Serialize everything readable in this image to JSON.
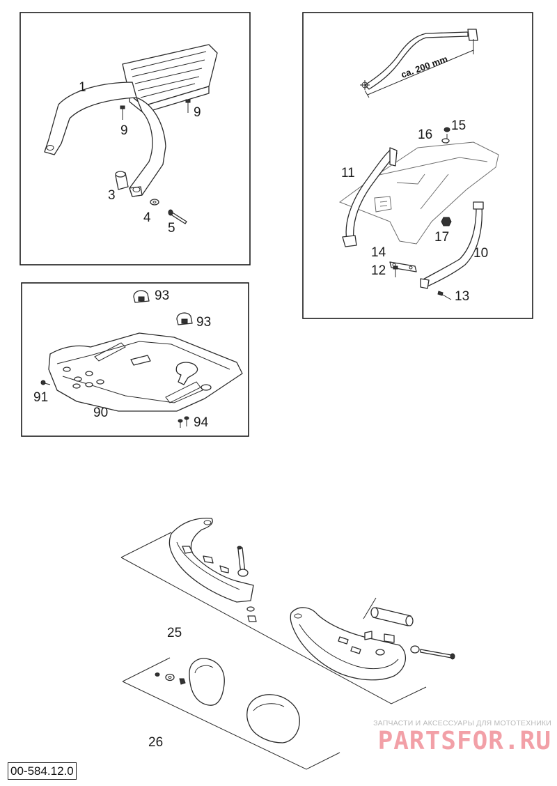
{
  "panels": {
    "luggage_rack": {
      "callouts": [
        "1",
        "9",
        "9",
        "3",
        "4",
        "5"
      ]
    },
    "seat_handles": {
      "dimension": "ca. 200 mm",
      "callouts": [
        "16",
        "15",
        "11",
        "17",
        "14",
        "10",
        "12",
        "13"
      ]
    },
    "skid_plate": {
      "callouts": [
        "93",
        "93",
        "91",
        "90",
        "94"
      ]
    },
    "hand_guards": {
      "callouts": [
        "25",
        "26"
      ]
    }
  },
  "footer": {
    "drawing_code": "00-584.12.0"
  },
  "watermark": {
    "tagline": "ЗАПЧАСТИ И АКСЕССУАРЫ ДЛЯ МОТОТЕХНИКИ",
    "brand": "PARTSFOR.RU"
  },
  "colors": {
    "line": "#2a2a2a",
    "frame": "#1a1a1a",
    "watermark_brand": "#f2a0a7",
    "watermark_text": "#b9b9b9"
  }
}
